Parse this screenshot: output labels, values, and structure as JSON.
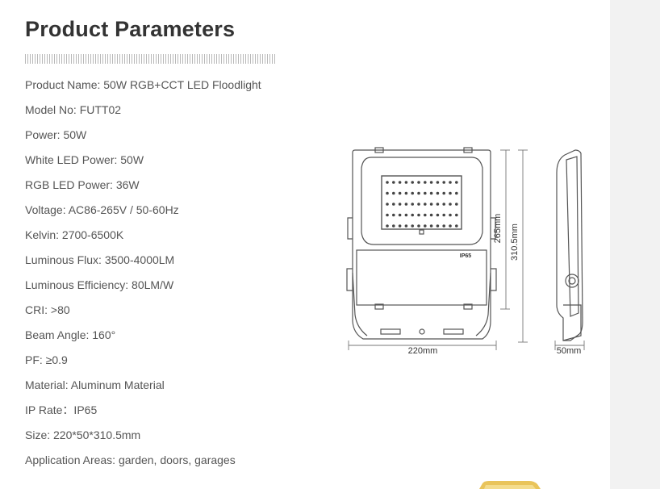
{
  "page": {
    "title": "Product Parameters"
  },
  "parameters": [
    "Product Name: 50W RGB+CCT LED Floodlight",
    "Model No: FUTT02",
    "Power: 50W",
    "White LED Power: 50W",
    "RGB LED Power: 36W",
    "Voltage: AC86-265V / 50-60Hz",
    "Kelvin: 2700-6500K",
    "Luminous Flux: 3500-4000LM",
    "Luminous Efficiency: 80LM/W",
    "CRI: >80",
    "Beam Angle: 160°",
    "PF: ≥0.9",
    "Material: Aluminum Material",
    "IP Rate：IP65",
    "Size: 220*50*310.5mm",
    "Application Areas: garden, doors, garages"
  ],
  "drawing": {
    "ip_marking": "IP65",
    "dim_width": "220mm",
    "dim_panel_height": "265mm",
    "dim_total_height": "310.5mm",
    "dim_depth": "50mm",
    "line_color": "#555555"
  },
  "colors": {
    "background": "#f2f2f2",
    "panel": "#ffffff",
    "title": "#333333",
    "text": "#555555",
    "accent_gold": "#e9c45a"
  }
}
